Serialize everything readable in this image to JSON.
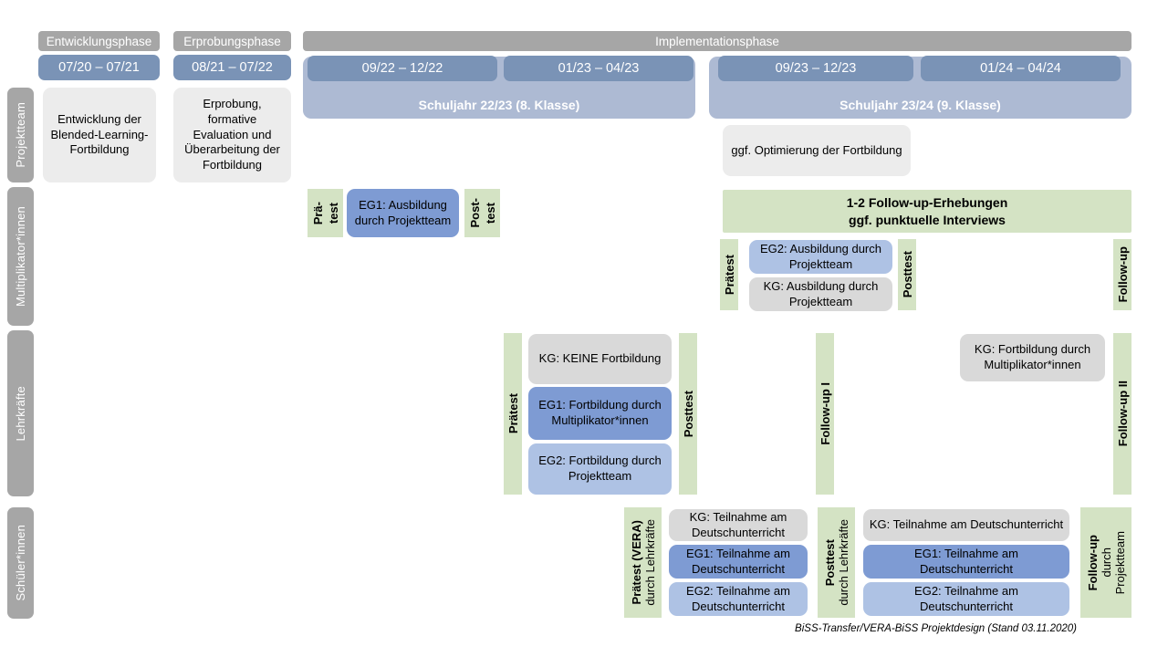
{
  "document": {
    "title": "BiSS-Transfer/VERA-BiSS Projektdesign",
    "footer": "BiSS-Transfer/VERA-BiSS Projektdesign (Stand 03.11.2020)"
  },
  "colors": {
    "header_gray": "#a6a6a6",
    "date_blue": "#7a93b6",
    "year_blue": "#adbad3",
    "box_gray_light": "#ececec",
    "box_gray": "#d9d9d9",
    "eg1_blue": "#7e9bd3",
    "eg2_blue": "#aec2e4",
    "test_green": "#d4e3c4"
  },
  "roles": [
    {
      "id": "projektteam",
      "label": "Projektteam"
    },
    {
      "id": "multiplikatorinnen",
      "label": "Multiplikator*innen"
    },
    {
      "id": "lehrkraefte",
      "label": "Lehrkräfte"
    },
    {
      "id": "schuelerinnen",
      "label": "Schüler*innen"
    }
  ],
  "phases": [
    {
      "id": "entwicklung",
      "label": "Entwicklungsphase"
    },
    {
      "id": "erprobung",
      "label": "Erprobungsphase"
    },
    {
      "id": "implementation",
      "label": "Implementationsphase"
    }
  ],
  "periods": [
    {
      "id": "p1",
      "label": "07/20 – 07/21"
    },
    {
      "id": "p2",
      "label": "08/21 – 07/22"
    },
    {
      "id": "p3",
      "label": "09/22 – 12/22"
    },
    {
      "id": "p4",
      "label": "01/23 – 04/23"
    },
    {
      "id": "p5",
      "label": "09/23 – 12/23"
    },
    {
      "id": "p6",
      "label": "01/24 – 04/24"
    }
  ],
  "school_years": [
    {
      "id": "sy2223",
      "label": "Schuljahr 22/23 (8. Klasse)"
    },
    {
      "id": "sy2324",
      "label": "Schuljahr 23/24 (9. Klasse)"
    }
  ],
  "projektteam": {
    "entwicklung": "Entwicklung der Blended-Learning-Fortbildung",
    "erprobung": "Erprobung, formative Evaluation und Überarbeitung der Fortbildung",
    "optimierung": "ggf. Optimierung der Fortbildung"
  },
  "multiplikatorinnen": {
    "praetest_l1": "Prä-",
    "praetest_l2": "test",
    "posttest_l1": "Post-",
    "posttest_l2": "test",
    "eg1_ausbildung": "EG1: Ausbildung durch Projektteam",
    "followup_banner_l1": "1-2 Follow-up-Erhebungen",
    "followup_banner_l2": "ggf. punktuelle Interviews",
    "praetest2": "Prätest",
    "posttest2": "Posttest",
    "followup": "Follow-up",
    "eg2_ausbildung": "EG2:  Ausbildung durch Projektteam",
    "kg_ausbildung": "KG: Ausbildung durch Projektteam"
  },
  "lehrkraefte": {
    "praetest": "Prätest",
    "posttest": "Posttest",
    "followup1": "Follow-up I",
    "followup2": "Follow-up II",
    "kg_keine": "KG:  KEINE Fortbildung",
    "eg1_fortbildung": "EG1: Fortbildung durch Multiplikator*innen",
    "eg2_fortbildung": "EG2: Fortbildung durch Projektteam",
    "kg_fortbildung": "KG: Fortbildung durch Multiplikator*innen"
  },
  "schuelerinnen": {
    "praetest_main": "Prätest (VERA)",
    "praetest_sub": "durch Lehrkräfte",
    "posttest_main": "Posttest",
    "posttest_sub": "durch Lehrkräfte",
    "followup_main": "Follow-up",
    "followup_sub1": "durch",
    "followup_sub2": "Projektteam",
    "kg_teilnahme": "KG: Teilnahme am Deutschunterricht",
    "eg1_teilnahme": "EG1: Teilnahme am Deutschunterricht",
    "eg2_teilnahme": "EG2: Teilnahme am Deutschunterricht"
  }
}
